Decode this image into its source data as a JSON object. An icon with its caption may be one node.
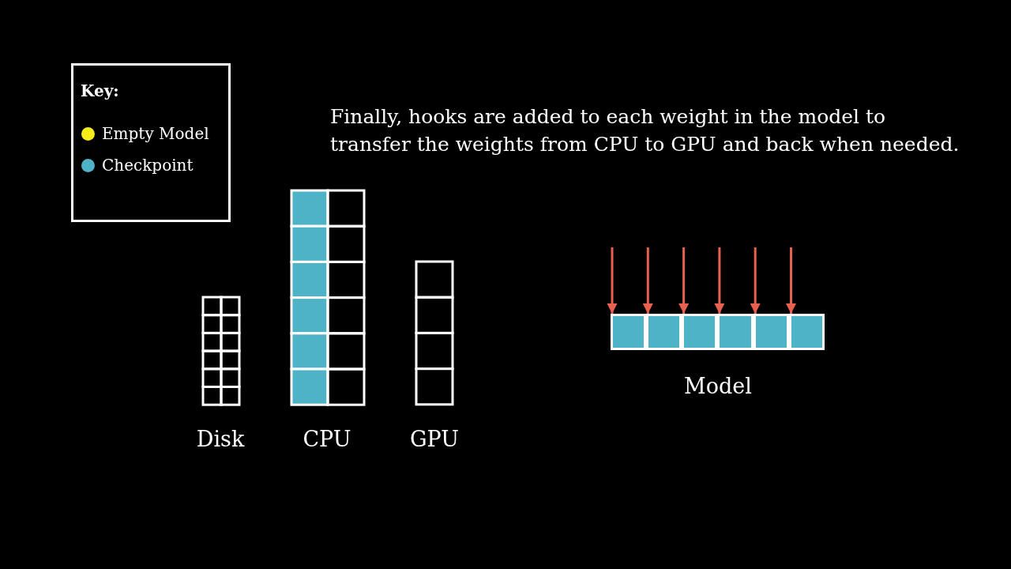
{
  "diagram": {
    "title": "Finally, hooks are added to each weight in the model to transfer the weights from CPU to GPU and back when needed.",
    "nodes": [
      {
        "text": [
          "Disk"
        ]
      },
      {
        "text": [
          "CPU"
        ]
      },
      {
        "text": [
          "GPU"
        ]
      },
      {
        "text": [
          "Model"
        ]
      },
      {
        "text": [],
        "shape": "box",
        "in": 3
      },
      {
        "text": [],
        "shape": "box",
        "in": 3
      },
      {
        "text": [],
        "shape": "box",
        "in": 3
      },
      {
        "text": [],
        "shape": "box",
        "in": 3
      },
      {
        "text": [],
        "shape": "box",
        "in": 3
      },
      {
        "text": [],
        "shape": "box",
        "in": 3
      }
    ],
    "edges": [
      {
        "from": null,
        "to": 4,
        "arrow": "to"
      },
      {
        "from": null,
        "to": 5,
        "arrow": "to"
      },
      {
        "from": null,
        "to": 6,
        "arrow": "to"
      },
      {
        "from": null,
        "to": 7,
        "arrow": "to"
      },
      {
        "from": null,
        "to": 8,
        "arrow": "to"
      },
      {
        "from": null,
        "to": 9,
        "arrow": "to"
      }
    ],
    "labels": [
      "Key:"
    ],
    "legend": [
      {
        "text": "Empty Model",
        "color": "#f5ec1a"
      },
      {
        "text": "Checkpoint",
        "color": "#4fb3c8"
      }
    ]
  }
}
